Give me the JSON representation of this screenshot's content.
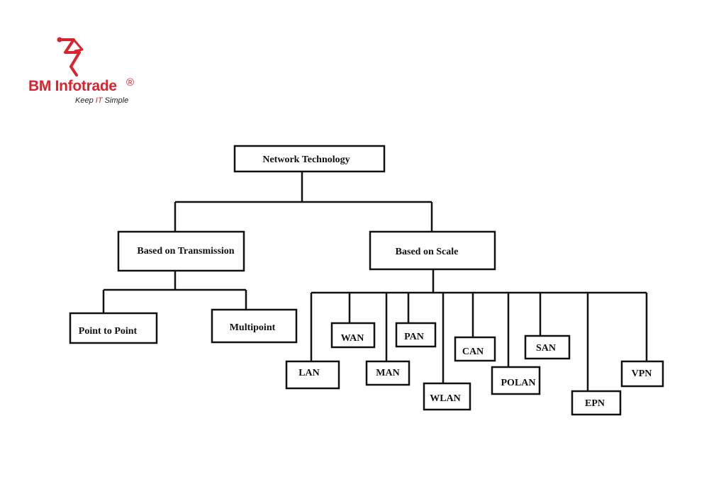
{
  "logo": {
    "name": "BM Infotrade",
    "registered": "®",
    "tagline_before": "Keep ",
    "tagline_highlight": "IT",
    "tagline_after": " Simple",
    "brand_color": "#d9232e"
  },
  "diagram": {
    "root": "Network Technology",
    "branches": [
      {
        "label": "Based on Transmission",
        "children": [
          "Point to Point",
          "Multipoint"
        ]
      },
      {
        "label": "Based on Scale",
        "children": [
          "LAN",
          "WAN",
          "MAN",
          "PAN",
          "WLAN",
          "CAN",
          "POLAN",
          "SAN",
          "EPN",
          "VPN"
        ]
      }
    ]
  }
}
